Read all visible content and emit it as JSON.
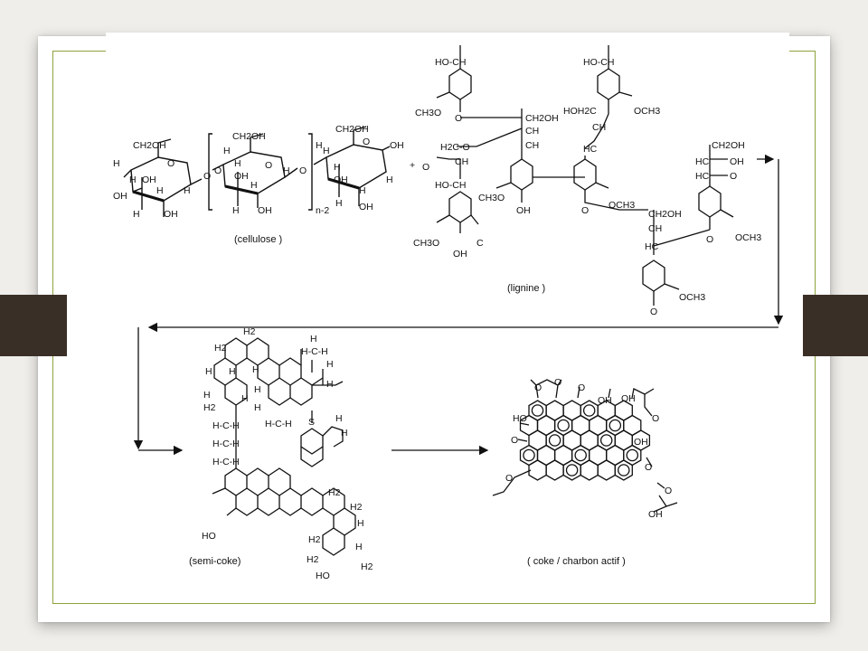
{
  "captions": {
    "cellulose": "(cellulose )",
    "lignine": "(lignine )",
    "semi_coke": "(semi-coke)",
    "coke": "( coke / charbon actif )"
  },
  "labels": {
    "ch2oh": "CH2OH",
    "oh": "OH",
    "h": "H",
    "o": "O",
    "ho": "HO",
    "och3": "OCH3",
    "ch3o": "CH3O",
    "ho_ch": "HO-CH",
    "h2c_o": "H2C-O",
    "hoh2c": "HOH2C",
    "hc": "HC",
    "ch": "CH",
    "h2": "H2",
    "c": "C",
    "s": "S",
    "n_minus_2": "n-2",
    "plus": "+",
    "h_c_h": "H-C-H",
    "cooh": "OH"
  },
  "colors": {
    "frame_green": "#8ca23d",
    "tab_brown": "#3a2f26",
    "ink": "#111111"
  }
}
